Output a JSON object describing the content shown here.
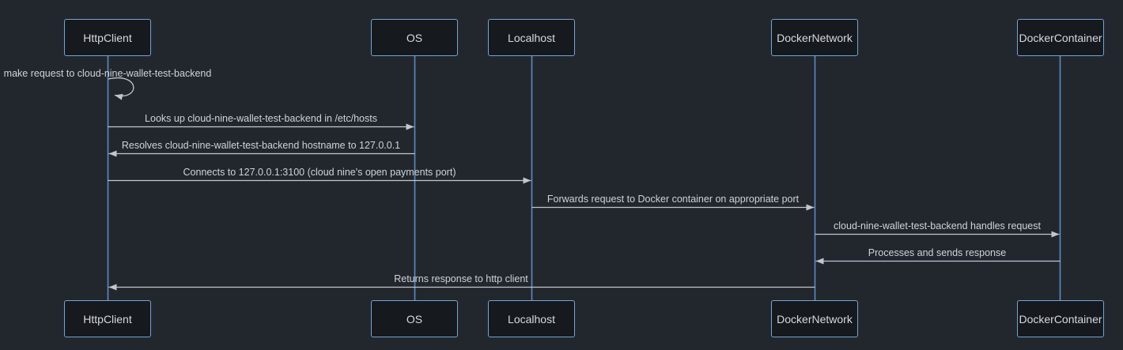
{
  "diagram": {
    "type": "sequence-diagram",
    "actors": [
      {
        "name": "HttpClient"
      },
      {
        "name": "OS"
      },
      {
        "name": "Localhost"
      },
      {
        "name": "DockerNetwork"
      },
      {
        "name": "DockerContainer"
      }
    ],
    "messages": [
      {
        "from": "HttpClient",
        "to": "HttpClient",
        "kind": "self-loop",
        "label": "make request to cloud-nine-wallet-test-backend"
      },
      {
        "from": "HttpClient",
        "to": "OS",
        "kind": "solid-arrow",
        "label": "Looks up cloud-nine-wallet-test-backend in /etc/hosts"
      },
      {
        "from": "OS",
        "to": "HttpClient",
        "kind": "solid-arrow",
        "label": "Resolves cloud-nine-wallet-test-backend hostname to 127.0.0.1"
      },
      {
        "from": "HttpClient",
        "to": "Localhost",
        "kind": "solid-arrow",
        "label": "Connects to 127.0.0.1:3100 (cloud nine's open payments port)"
      },
      {
        "from": "Localhost",
        "to": "DockerNetwork",
        "kind": "solid-arrow",
        "label": "Forwards request to Docker container on appropriate port"
      },
      {
        "from": "DockerNetwork",
        "to": "DockerContainer",
        "kind": "solid-arrow",
        "label": "cloud-nine-wallet-test-backend handles request"
      },
      {
        "from": "DockerContainer",
        "to": "DockerNetwork",
        "kind": "solid-arrow",
        "label": "Processes and sends response"
      },
      {
        "from": "DockerNetwork",
        "to": "HttpClient",
        "kind": "solid-arrow",
        "label": "Returns response to http client"
      }
    ],
    "colors": {
      "background": "#22272e",
      "actor_fill": "#16191e",
      "actor_border": "#76a4cf",
      "lifeline": "#5d8cbf",
      "message_line": "#c3c7cb",
      "text": "#cfd3d7"
    }
  }
}
